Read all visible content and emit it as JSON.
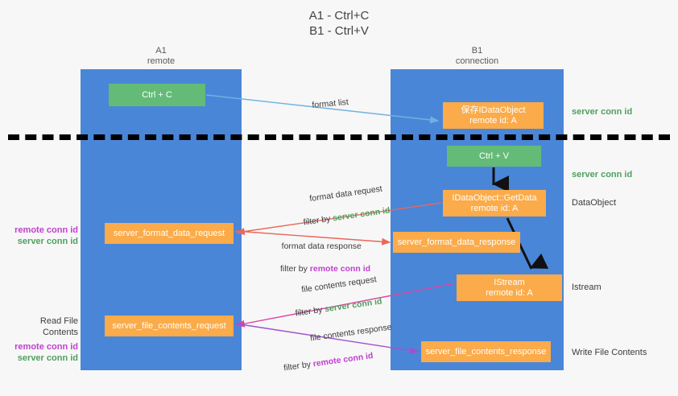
{
  "title": "A1 - Ctrl+C\nB1 - Ctrl+V",
  "colors": {
    "lane": "#4a86d8",
    "node_orange": "#fbab49",
    "node_green": "#63bb77",
    "server_conn": "#4fa05f",
    "remote_conn": "#c03fd0",
    "background": "#f7f7f7",
    "divider": "#000000"
  },
  "lanes": [
    {
      "name": "A1",
      "sub": "remote",
      "header": "A1\nremote"
    },
    {
      "name": "B1",
      "sub": "connection",
      "header": "B1\nconnection"
    }
  ],
  "nodes": {
    "ctrl_c": "Ctrl + C",
    "clipboard_dataobject": "保存IDataObject\nremote id: A",
    "ctrl_v": "Ctrl + V",
    "getdata": "IDataObject::GetData\nremote id: A",
    "server_format_data_request": "server_format_data_request",
    "server_format_data_response": "server_format_data_response",
    "istream": "IStream\nremote id: A",
    "server_file_contents_request": "server_file_contents_request",
    "server_file_contents_response": "server_file_contents_response"
  },
  "edges": {
    "format_list": "format list",
    "format_data_request": "format data request",
    "format_data_request_filter_prefix": "filter by ",
    "format_data_request_filter_value": "server conn id",
    "format_data_response": "format data response",
    "format_data_response_filter_prefix": "filter by ",
    "format_data_response_filter_value": "remote conn id",
    "file_contents_request": "file contents request",
    "file_contents_request_filter_prefix": "filter by ",
    "file_contents_request_filter_value": "server conn id",
    "file_contents_response": "file contents response",
    "file_contents_response_filter_prefix": "filter by ",
    "file_contents_response_filter_value": "remote conn id"
  },
  "annotations": {
    "right": {
      "server_conn_id_top": "server conn id",
      "server_conn_id_mid": "server conn id",
      "dataobject": "DataObject",
      "istream": "Istream",
      "write_file_contents": "Write File Contents"
    },
    "left": {
      "remote_conn_id_1": "remote conn id",
      "server_conn_id_1": "server conn id",
      "read_file_contents": "Read File Contents",
      "remote_conn_id_2": "remote conn id",
      "server_conn_id_2": "server conn id"
    }
  }
}
